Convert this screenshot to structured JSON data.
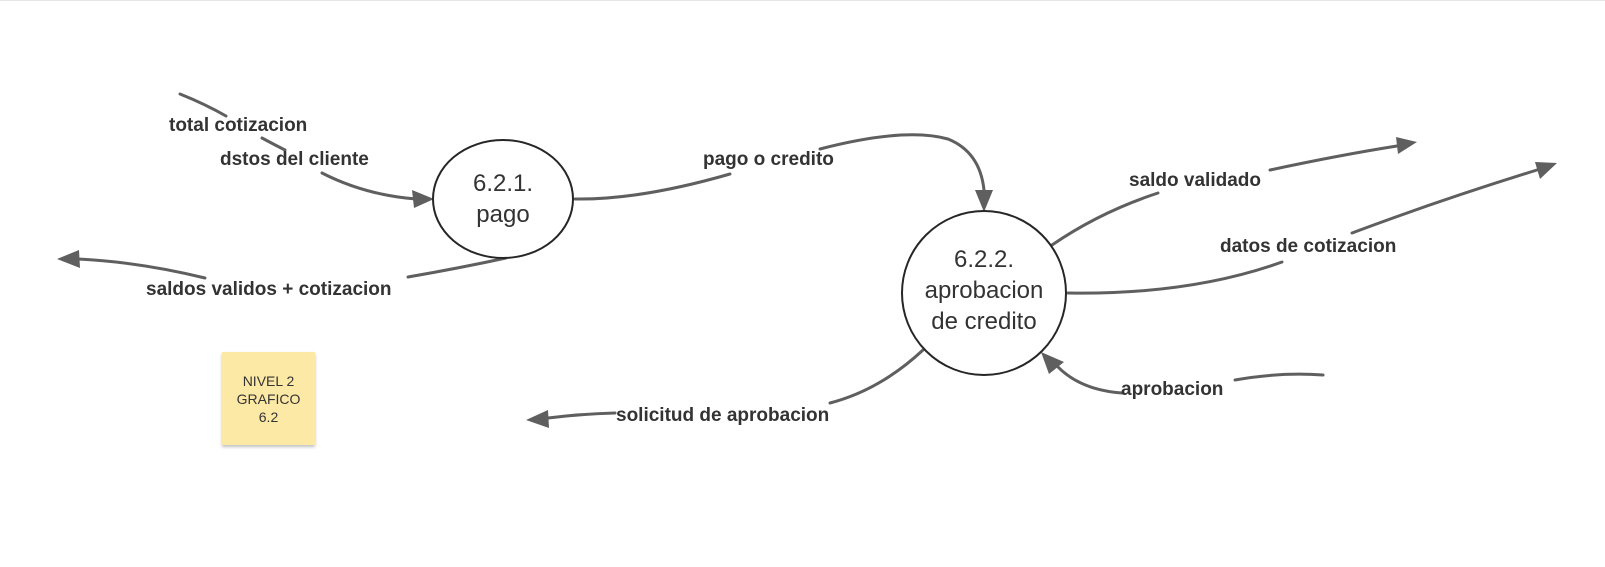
{
  "colors": {
    "line": "#5f5f5f",
    "circle_stroke": "#262626",
    "text": "#333333",
    "note_fill": "#fde9a6"
  },
  "processes": {
    "pago": {
      "number": "6.2.1.",
      "name": "pago"
    },
    "aprobacion": {
      "number": "6.2.2.",
      "line2": "aprobacion",
      "line3": "de credito"
    }
  },
  "flows": {
    "total_cotizacion": "total cotizacion",
    "datos_cliente": "dstos del cliente",
    "saldos_validos": "saldos validos + cotizacion",
    "pago_o_credito": "pago o credito",
    "saldo_validado": "saldo validado",
    "datos_cotizacion": "datos de cotizacion",
    "aprobacion": "aprobacion",
    "solicitud_aprobacion": "solicitud de aprobacion"
  },
  "note": {
    "line1": "NIVEL 2",
    "line2": "GRAFICO",
    "line3": "6.2"
  }
}
